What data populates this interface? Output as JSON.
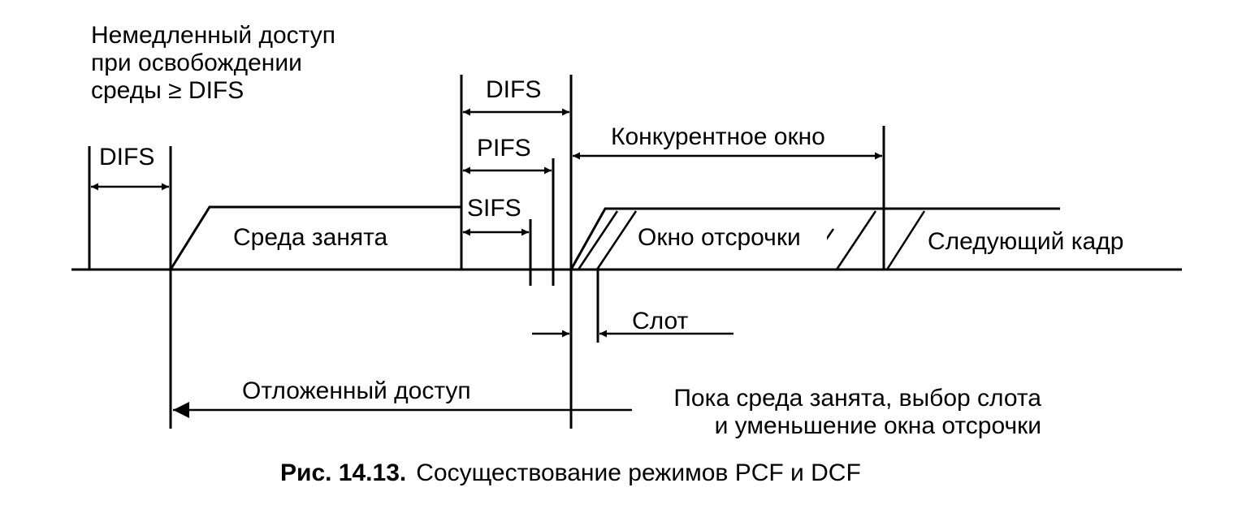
{
  "labels": {
    "immediate_line1": "Немедленный доступ",
    "immediate_line2": "при освобождении",
    "immediate_line3": "среды ≥ DIFS",
    "difs_left": "DIFS",
    "difs_top": "DIFS",
    "pifs": "PIFS",
    "sifs": "SIFS",
    "medium_busy": "Среда занята",
    "contention_window": "Конкурентное окно",
    "backoff_window": "Окно отсрочки",
    "next_frame": "Следующий кадр",
    "slot": "Слот",
    "deferred_access": "Отложенный доступ",
    "note_line1": "Пока среда занята, выбор слота",
    "note_line2": "и уменьшение окна отсрочки"
  },
  "caption": {
    "number": "Рис. 14.13.",
    "text": "Сосуществование режимов PCF и DCF"
  }
}
